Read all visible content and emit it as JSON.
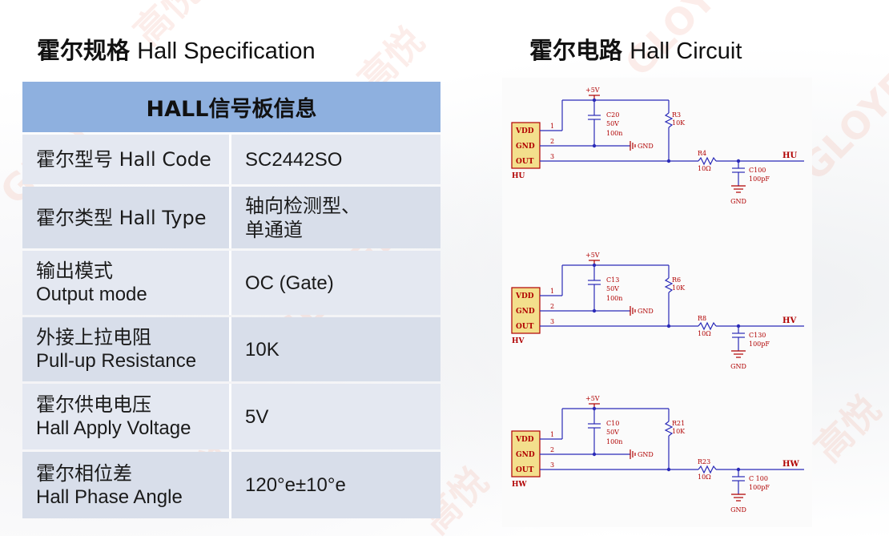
{
  "left_heading": {
    "cn": "霍尔规格",
    "en": "Hall Specification"
  },
  "right_heading": {
    "cn": "霍尔电路",
    "en": "Hall Circuit"
  },
  "table": {
    "header": "HALL信号板信息",
    "rows": [
      {
        "label_line1": "霍尔型号 Hall Code",
        "label_line2": "",
        "value_line1": "SC2442SO",
        "value_line2": ""
      },
      {
        "label_line1": "霍尔类型 Hall Type",
        "label_line2": "",
        "value_line1": "轴向检测型、",
        "value_line2": "单通道"
      },
      {
        "label_line1": "输出模式",
        "label_line2": "Output mode",
        "value_line1": "OC (Gate)",
        "value_line2": ""
      },
      {
        "label_line1": "外接上拉电阻",
        "label_line2": "Pull-up Resistance",
        "value_line1": "10K",
        "value_line2": ""
      },
      {
        "label_line1": "霍尔供电电压",
        "label_line2": "Hall Apply Voltage",
        "value_line1": "5V",
        "value_line2": ""
      },
      {
        "label_line1": "霍尔相位差",
        "label_line2": "Hall Phase Angle",
        "value_line1": "120°e±10°e",
        "value_line2": ""
      }
    ]
  },
  "watermark": {
    "brand_en": "GLOYEL",
    "brand_cn": "高悦"
  },
  "circuits": [
    {
      "supply": "+5V",
      "pins": [
        "VDD",
        "GND",
        "OUT"
      ],
      "pin_numbers": [
        "1",
        "2",
        "3"
      ],
      "sensor": "HU",
      "cap1_name": "C20",
      "cap1_v": "50V",
      "cap1_val": "100n",
      "gnd_label": "GND",
      "pullup_name": "R3",
      "pullup_val": "10K",
      "series_name": "R4",
      "series_val": "10Ω",
      "cap2_name": "C100",
      "cap2_val": "100pF",
      "out_label": "HU",
      "bottom_gnd": "GND"
    },
    {
      "supply": "+5V",
      "pins": [
        "VDD",
        "GND",
        "OUT"
      ],
      "pin_numbers": [
        "1",
        "2",
        "3"
      ],
      "sensor": "HV",
      "cap1_name": "C13",
      "cap1_v": "50V",
      "cap1_val": "100n",
      "gnd_label": "GND",
      "pullup_name": "R6",
      "pullup_val": "10K",
      "series_name": "R8",
      "series_val": "10Ω",
      "cap2_name": "C130",
      "cap2_val": "100pF",
      "out_label": "HV",
      "bottom_gnd": "GND"
    },
    {
      "supply": "+5V",
      "pins": [
        "VDD",
        "GND",
        "OUT"
      ],
      "pin_numbers": [
        "1",
        "2",
        "3"
      ],
      "sensor": "HW",
      "cap1_name": "C10",
      "cap1_v": "50V",
      "cap1_val": "100n",
      "gnd_label": "GND",
      "pullup_name": "R21",
      "pullup_val": "10K",
      "series_name": "R23",
      "series_val": "10Ω",
      "cap2_name": "C 100",
      "cap2_val": "100pF",
      "out_label": "HW",
      "bottom_gnd": "GND"
    }
  ],
  "colors": {
    "table_header": "#8eb0df",
    "row_light": "#e4e8f1",
    "row_dark": "#d8deea",
    "schematic_red": "#b00000",
    "schematic_wire": "#2a2ab8",
    "connector_fill": "#f3df8c",
    "watermark": "#e85a3a"
  }
}
